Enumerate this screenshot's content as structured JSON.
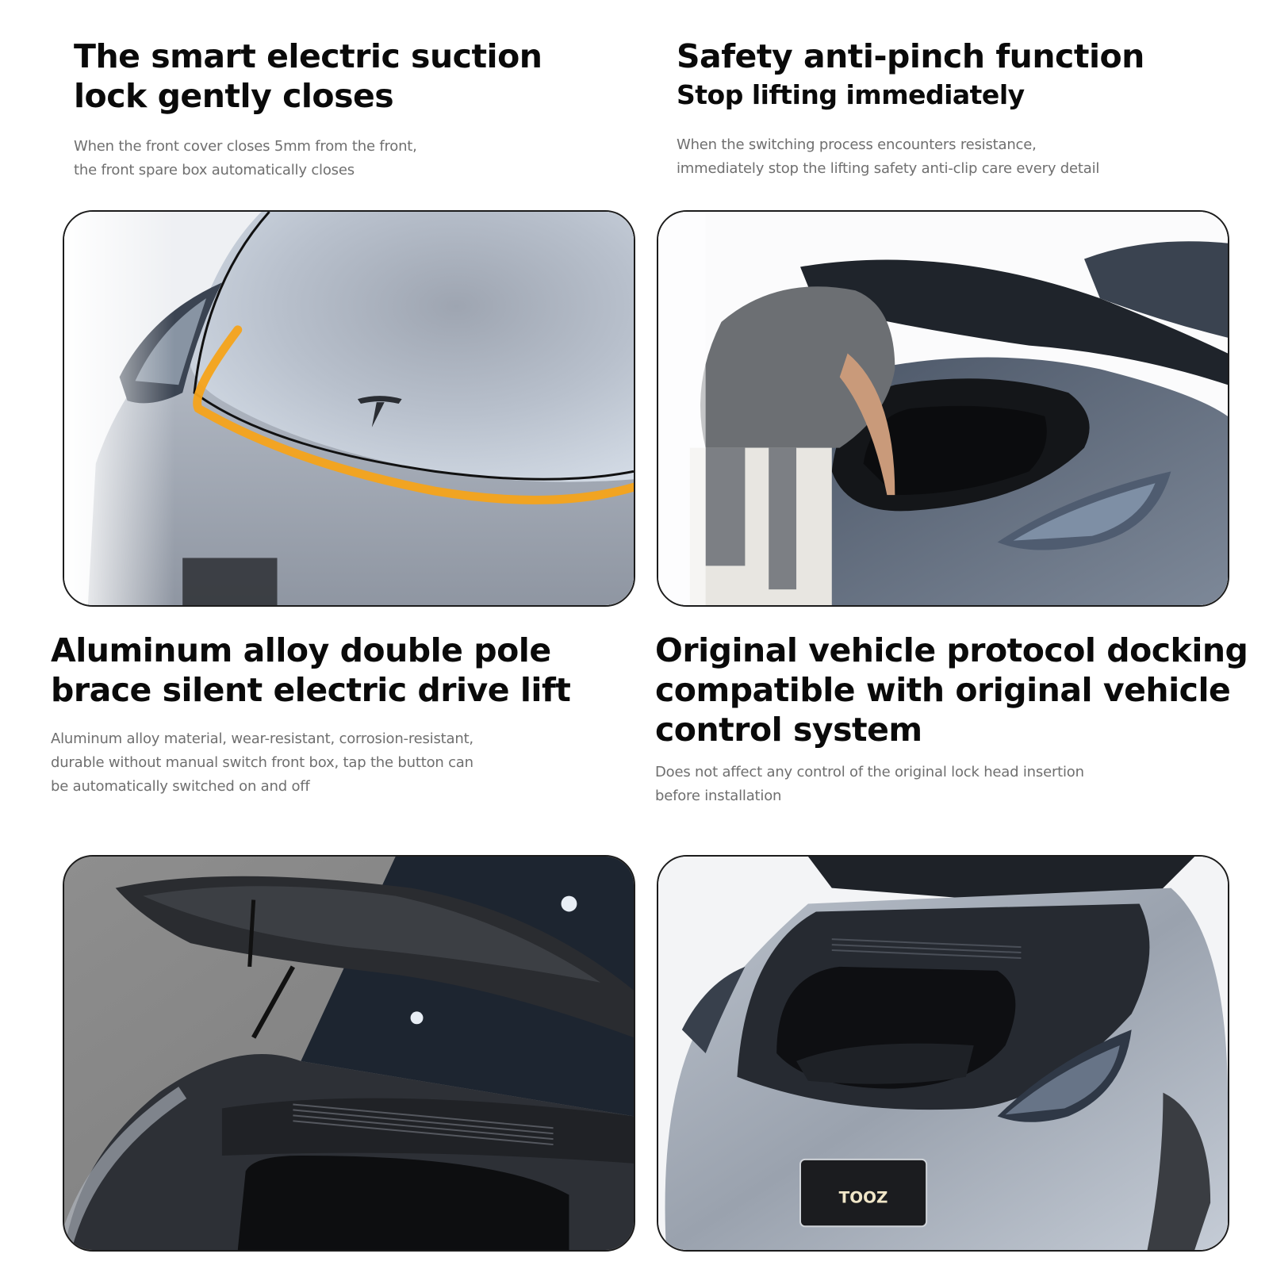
{
  "features": [
    {
      "title_lines": [
        "The smart electric suction",
        "lock gently closes"
      ],
      "subtitle": "",
      "description_lines": [
        "When the front cover closes 5mm from the front,",
        "the front spare box automatically closes"
      ],
      "image": "hood-closing-orange-seal-line",
      "highlight_color": "#f5a31a"
    },
    {
      "title_lines": [
        "Safety anti-pinch function"
      ],
      "subtitle": "Stop lifting immediately",
      "description_lines": [
        "When the switching process encounters resistance,",
        "immediately stop the lifting safety anti-clip care every detail"
      ],
      "image": "person-reaching-into-open-frunk"
    },
    {
      "title_lines": [
        "Aluminum alloy double pole",
        "brace silent electric drive lift"
      ],
      "subtitle": "",
      "description_lines": [
        "Aluminum alloy material, wear-resistant, corrosion-resistant,",
        "durable without manual switch front box, tap the button can",
        "be automatically switched on and off"
      ],
      "image": "open-frunk-lid-with-struts"
    },
    {
      "title_lines": [
        "Original vehicle protocol docking",
        "compatible with original vehicle",
        "control system"
      ],
      "subtitle": "",
      "description_lines": [
        "Does not affect any control of the original lock head insertion",
        "before installation"
      ],
      "image": "open-frunk-front-view",
      "plate_logo": "TOOZ"
    }
  ],
  "colors": {
    "title": "#0a0a0a",
    "description": "#6f6f6f",
    "panel_border": "#1c1c1c",
    "accent_orange": "#f5a31a",
    "car_silver": "#a9b1bd"
  }
}
